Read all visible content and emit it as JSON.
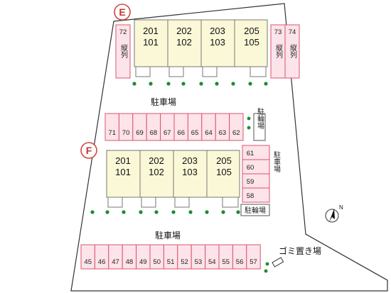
{
  "building_e": {
    "badge": "E",
    "units": [
      {
        "upper": "201",
        "lower": "101"
      },
      {
        "upper": "202",
        "lower": "102"
      },
      {
        "upper": "203",
        "lower": "103"
      },
      {
        "upper": "205",
        "lower": "105"
      }
    ],
    "left_space": {
      "number": "72",
      "vertical": "縦列"
    },
    "right_spaces": {
      "numbers": [
        "73",
        "74"
      ],
      "vertical": [
        "縦列",
        "縦列"
      ]
    }
  },
  "building_f": {
    "badge": "F",
    "units": [
      {
        "upper": "201",
        "lower": "101"
      },
      {
        "upper": "202",
        "lower": "102"
      },
      {
        "upper": "203",
        "lower": "103"
      },
      {
        "upper": "205",
        "lower": "105"
      }
    ],
    "side_spaces": [
      "61",
      "60",
      "59",
      "58"
    ]
  },
  "middle_parking_row": [
    "71",
    "70",
    "69",
    "68",
    "67",
    "66",
    "65",
    "64",
    "63",
    "62"
  ],
  "bottom_parking_row": [
    "45",
    "46",
    "47",
    "48",
    "49",
    "50",
    "51",
    "52",
    "53",
    "54",
    "55",
    "56",
    "57"
  ],
  "labels": {
    "parking_top": "駐車場",
    "parking_bottom": "駐車場",
    "bicycle_top": "駐輪場",
    "bicycle_bottom": "駐輪場",
    "parking_side": "駐車場",
    "garbage": "ゴミ置き場",
    "north": "N"
  },
  "colors": {
    "building_fill": "#fbf8d7",
    "parking_fill": "#fde3ea",
    "parking_border": "#d9546c",
    "badge_ring": "#d0473f",
    "tree": "#1f8a2e"
  }
}
